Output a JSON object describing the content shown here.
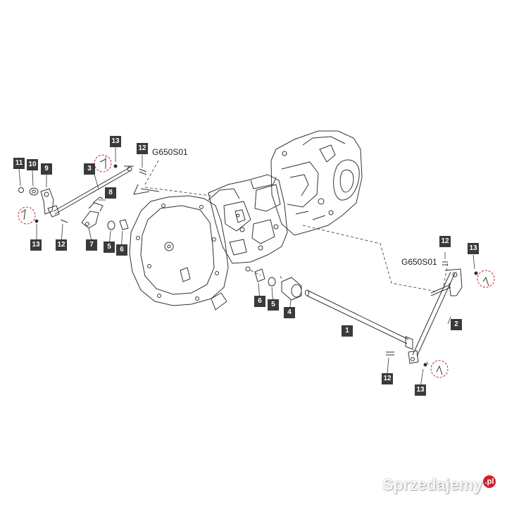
{
  "diagram": {
    "part_codes": [
      "G650S01",
      "G650S01"
    ],
    "callouts": [
      "13",
      "12",
      "11",
      "10",
      "9",
      "3",
      "8",
      "7",
      "5",
      "6",
      "13",
      "12",
      "6",
      "5",
      "4",
      "1",
      "12",
      "13",
      "2",
      "12",
      "13"
    ]
  },
  "watermark": {
    "brand": "Sprzedajemy",
    "tld": ".pl"
  },
  "colors": {
    "line": "#333333",
    "callout_bg": "#3a3a3a",
    "callout_text": "#ffffff",
    "highlight": "#d2202f"
  }
}
